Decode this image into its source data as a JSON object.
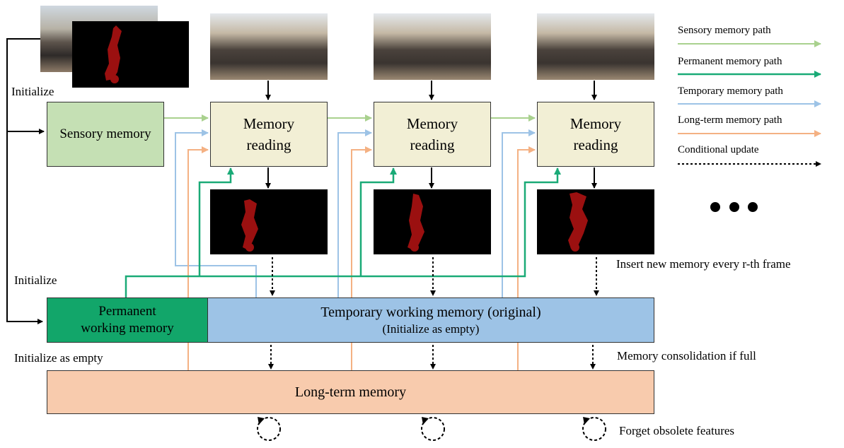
{
  "labels": {
    "initialize_top": "Initialize",
    "initialize_mid": "Initialize",
    "initialize_empty": "Initialize as empty",
    "insert_new": "Insert new memory every r-th frame",
    "consolidation": "Memory consolidation if full",
    "forget": "Forget obsolete features"
  },
  "boxes": {
    "sensory": "Sensory memory",
    "reading_line1": "Memory",
    "reading_line2": "reading",
    "permanent_line1": "Permanent",
    "permanent_line2": "working memory",
    "temporary": "Temporary working memory (original)",
    "temporary_sub": "(Initialize as empty)",
    "longterm": "Long-term memory"
  },
  "legend": [
    {
      "label": "Sensory memory path",
      "color": "#a9d18e"
    },
    {
      "label": "Permanent memory path",
      "color": "#1aaa77"
    },
    {
      "label": "Temporary memory path",
      "color": "#9dc3e6"
    },
    {
      "label": "Long-term memory path",
      "color": "#f4b183"
    },
    {
      "label": "Conditional update",
      "color": "#000000"
    }
  ],
  "colors": {
    "sensory_fill": "#c5e0b4",
    "reading_fill": "#f2efd5",
    "permanent_fill": "#12a66a",
    "temporary_fill": "#9dc3e6",
    "longterm_fill": "#f8cbad",
    "mask_red": "#9b1010"
  },
  "icons": {
    "ellipsis": "three-dots",
    "forget": "circular-dashed-arrow-icon"
  }
}
